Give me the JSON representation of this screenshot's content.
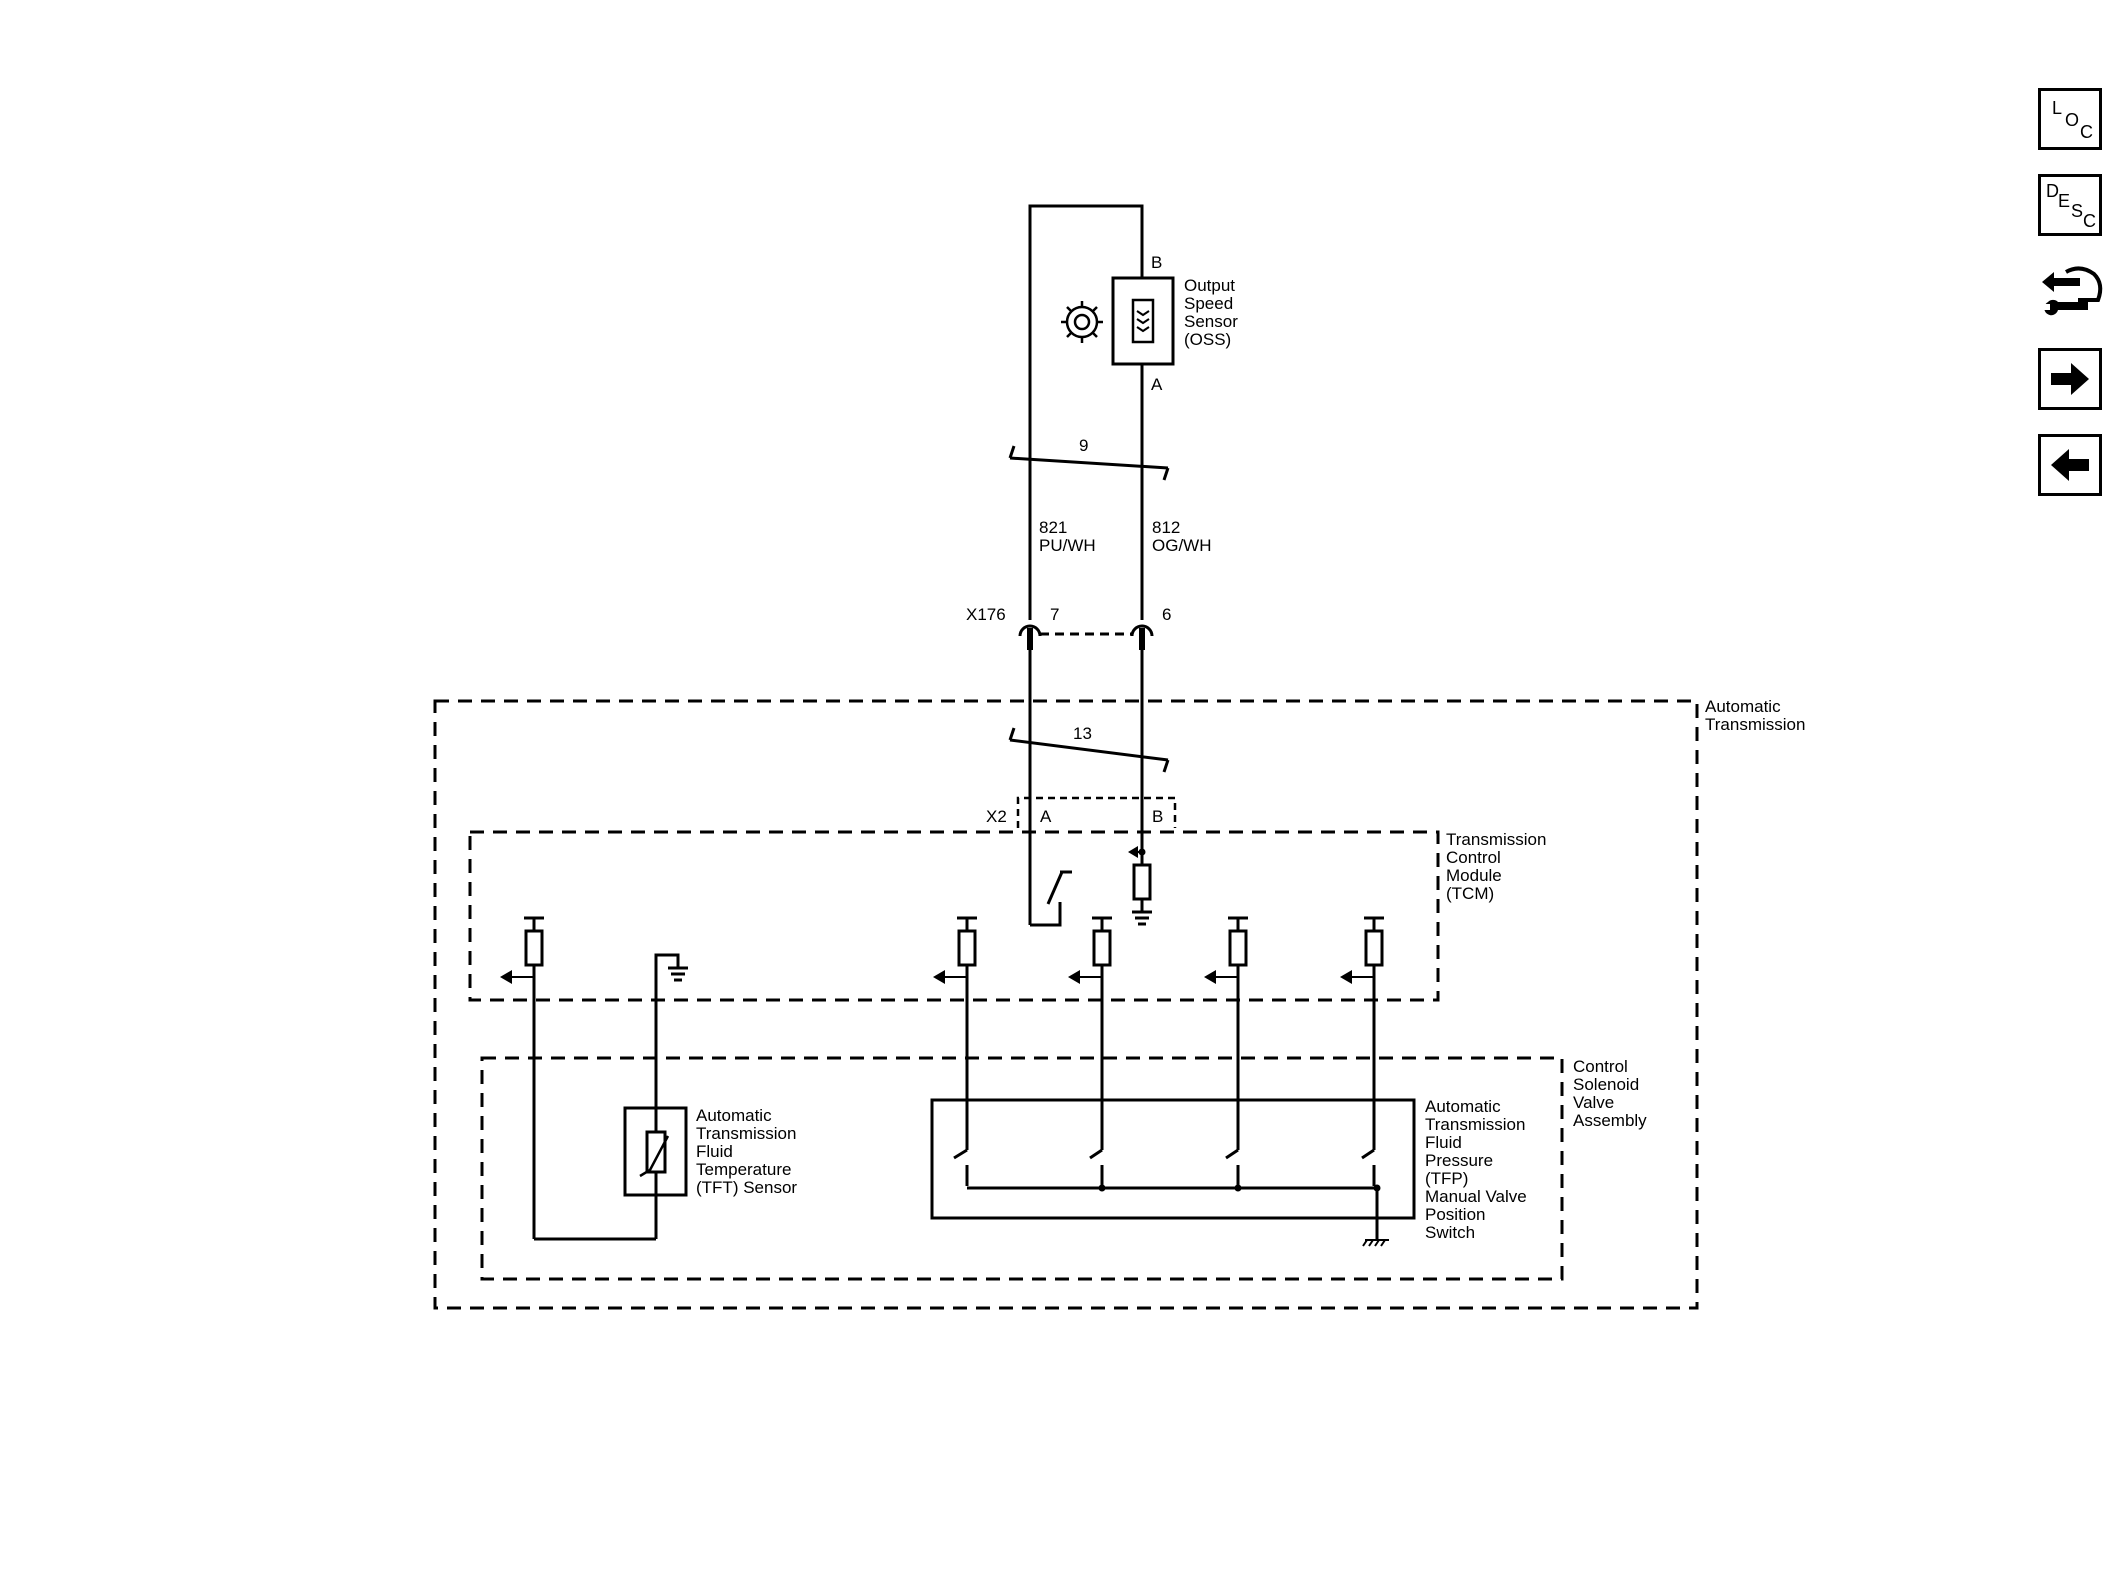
{
  "sensor": {
    "name_lines": [
      "Output",
      "Speed",
      "Sensor",
      "(OSS)"
    ],
    "pin_top": "B",
    "pin_bottom": "A"
  },
  "harness": {
    "upper_splice": "9",
    "lower_splice": "13"
  },
  "wires": {
    "left": {
      "circuit": "821",
      "color": "PU/WH"
    },
    "right": {
      "circuit": "812",
      "color": "OG/WH"
    }
  },
  "connector_x176": {
    "name": "X176",
    "pin_left": "7",
    "pin_right": "6"
  },
  "connector_x2": {
    "name": "X2",
    "pin_left": "A",
    "pin_right": "B"
  },
  "enclosures": {
    "transmission_lines": [
      "Automatic",
      "Transmission"
    ],
    "tcm_lines": [
      "Transmission",
      "Control",
      "Module",
      "(TCM)"
    ],
    "solenoid_lines": [
      "Control",
      "Solenoid",
      "Valve",
      "Assembly"
    ]
  },
  "tft_sensor_lines": [
    "Automatic",
    "Transmission",
    "Fluid",
    "Temperature",
    "(TFT) Sensor"
  ],
  "tfp_switch_lines": [
    "Automatic",
    "Transmission",
    "Fluid",
    "Pressure",
    "(TFP)",
    "Manual Valve",
    "Position",
    "Switch"
  ],
  "nav": {
    "loc": {
      "l1": "L",
      "l2": "O",
      "l3": "C"
    },
    "desc": {
      "l1": "D",
      "l2": "E",
      "l3": "S",
      "l4": "C"
    }
  },
  "colors": {
    "ink": "#000000",
    "background": "#ffffff"
  }
}
